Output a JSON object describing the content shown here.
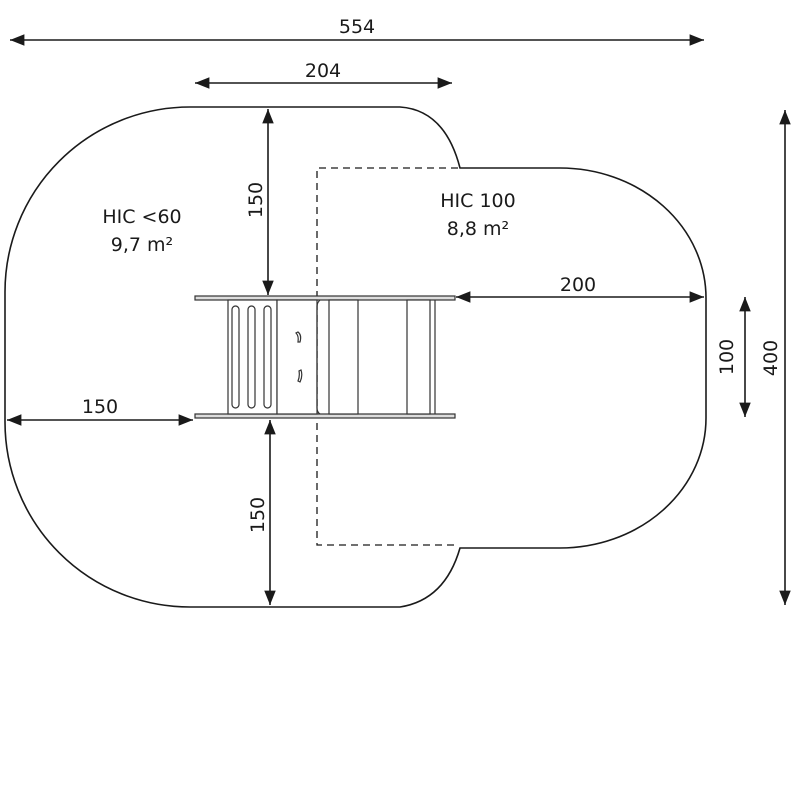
{
  "dimensions": {
    "total_width": "554",
    "equipment_width": "204",
    "top_clearance": "150",
    "bottom_clearance": "150",
    "left_clearance": "150",
    "right_clearance": "200",
    "equipment_depth": "100",
    "total_depth": "400"
  },
  "zones": {
    "left": {
      "hic": "HIC <60",
      "area": "9,7 m²"
    },
    "right": {
      "hic": "HIC 100",
      "area": "8,8 m²"
    }
  }
}
